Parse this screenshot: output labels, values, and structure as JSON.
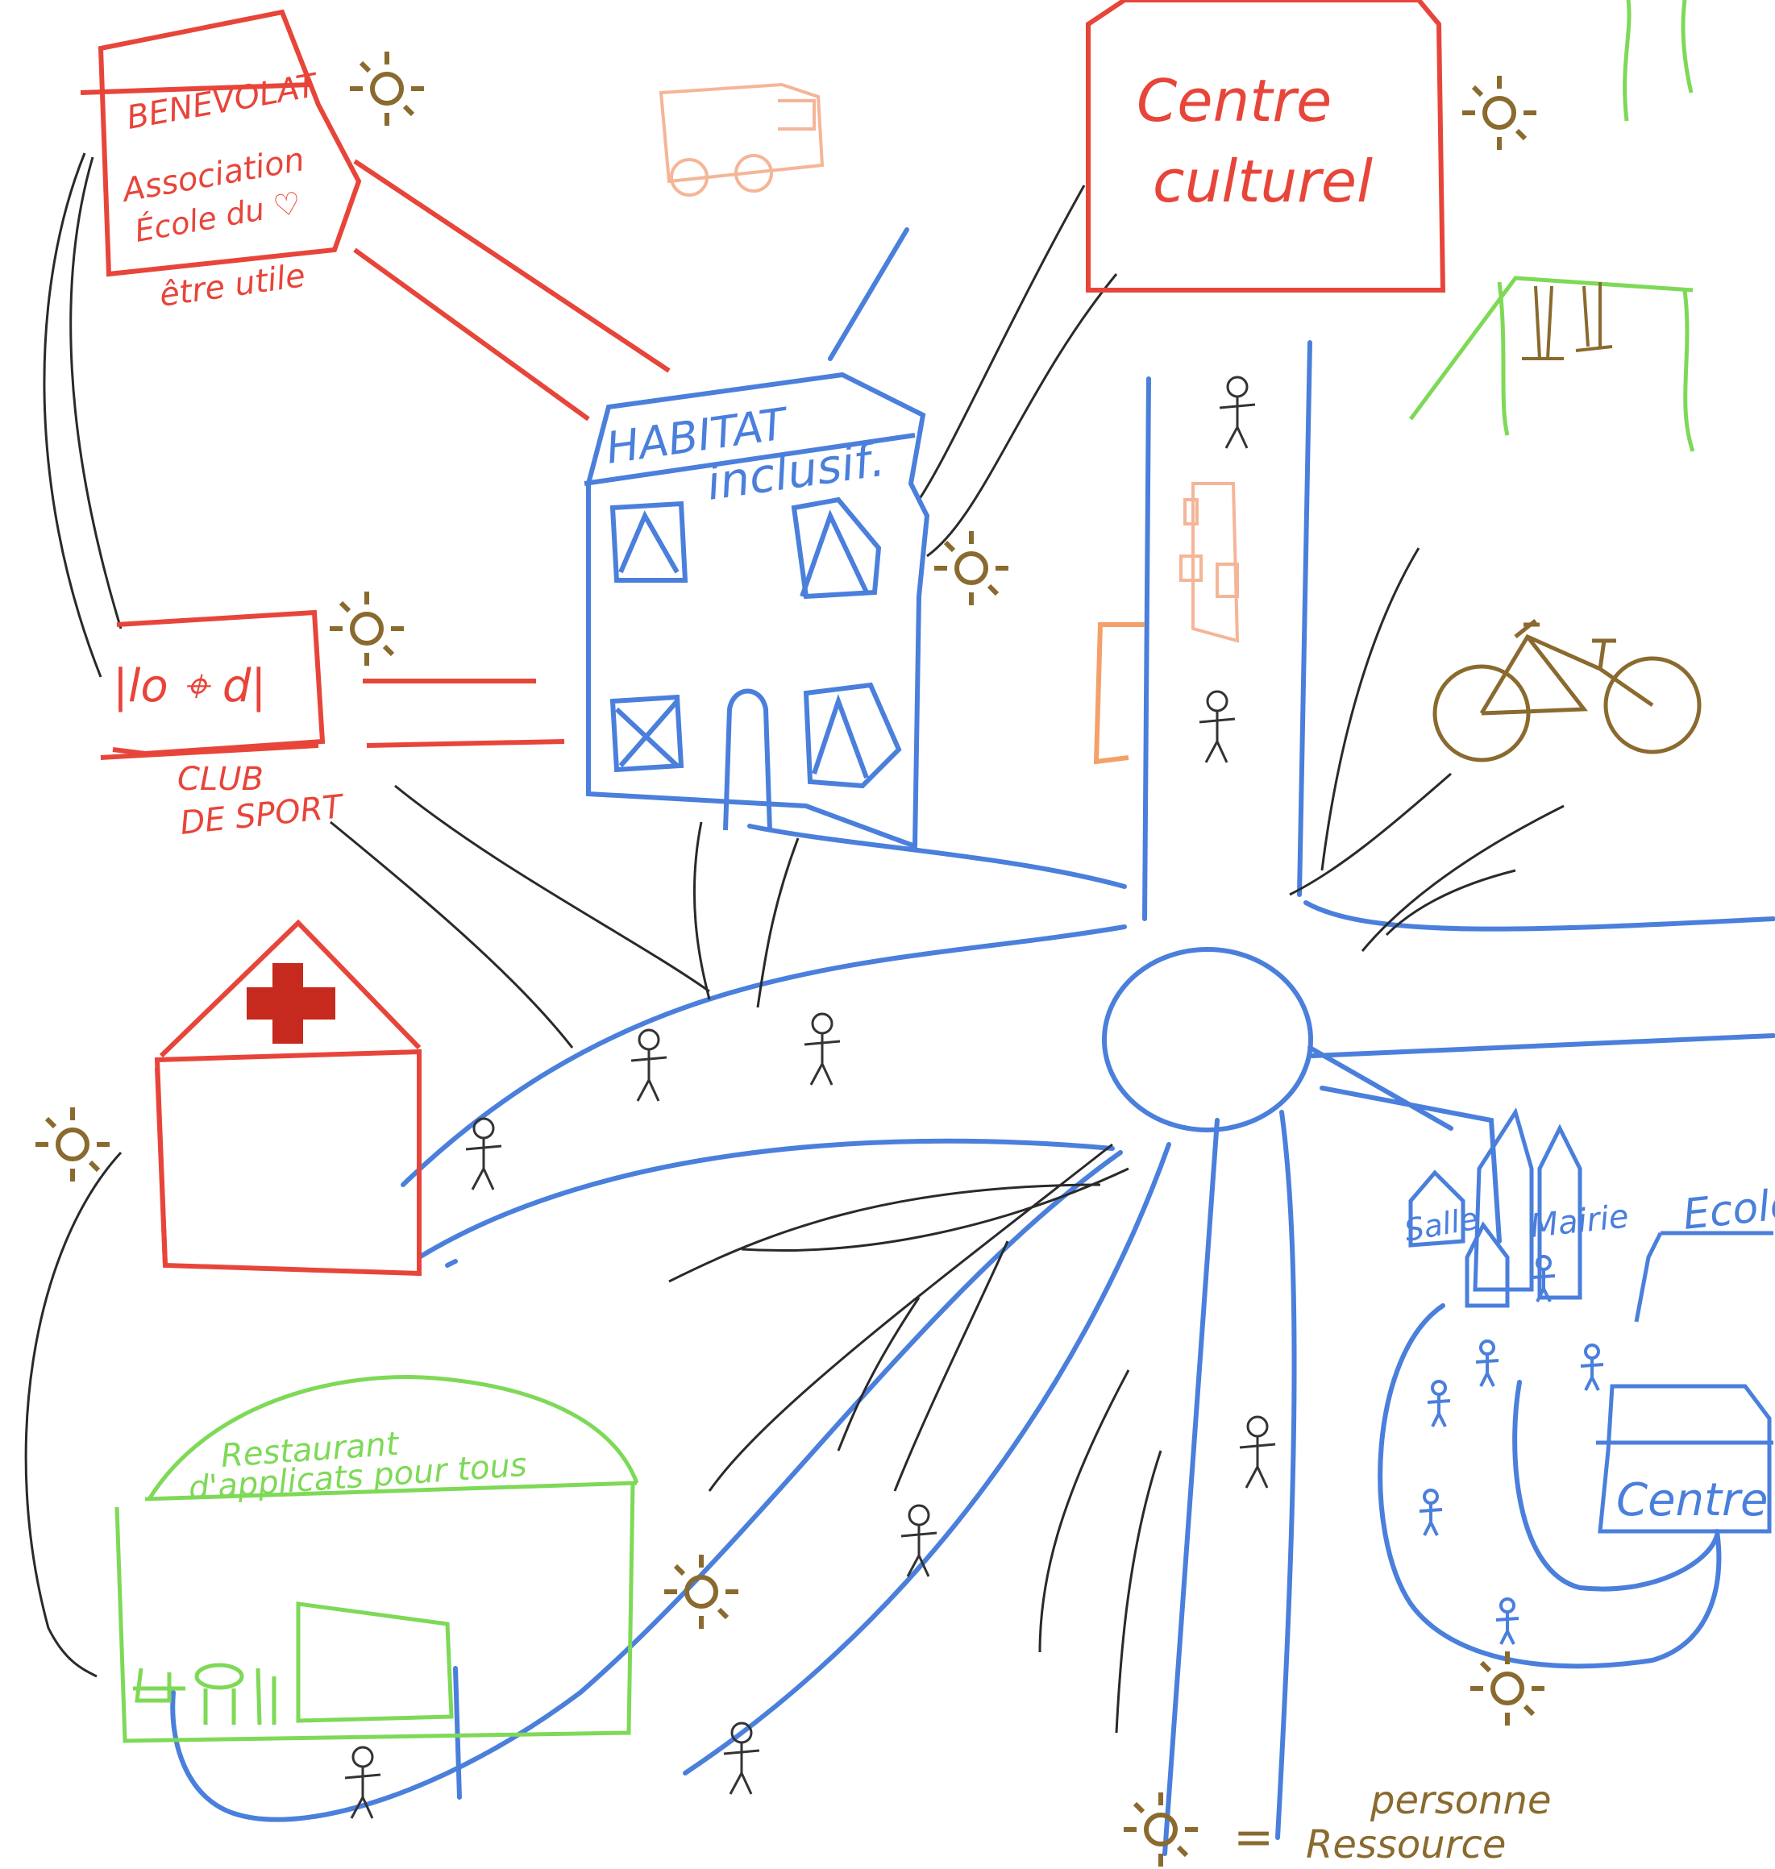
{
  "colors": {
    "red": "#e8453a",
    "blue": "#4a7fdc",
    "green": "#7ed957",
    "brown": "#8a6a2e",
    "black": "#2a2a2a",
    "orange": "#f5a06a",
    "paper": "#ffffff"
  },
  "labels": {
    "benevolat": "BENEVOLAT",
    "association": "Association",
    "ecole_du_coeur": "École du ♡",
    "etre_utile": "être utile",
    "centre_culturel_1": "Centre",
    "centre_culturel_2": "culturel",
    "habitat": "HABITAT",
    "inclusif": "inclusif.",
    "club_sign": "|lo   ⌖ d|",
    "club_1": "CLUB",
    "club_2": "DE SPORT",
    "restaurant_1": "Restaurant",
    "restaurant_2": "d'applicats pour tous",
    "salle": "Salle",
    "mairie": "Mairie",
    "ecole": "Ecole",
    "centre": "Centre",
    "legend_personne": "personne",
    "legend_ressource": "Ressource",
    "legend_eq": "="
  },
  "icons": [
    "sun-icon",
    "bicycle-icon",
    "swing-icon",
    "red-cross-icon",
    "truck-icon",
    "person-icon"
  ]
}
